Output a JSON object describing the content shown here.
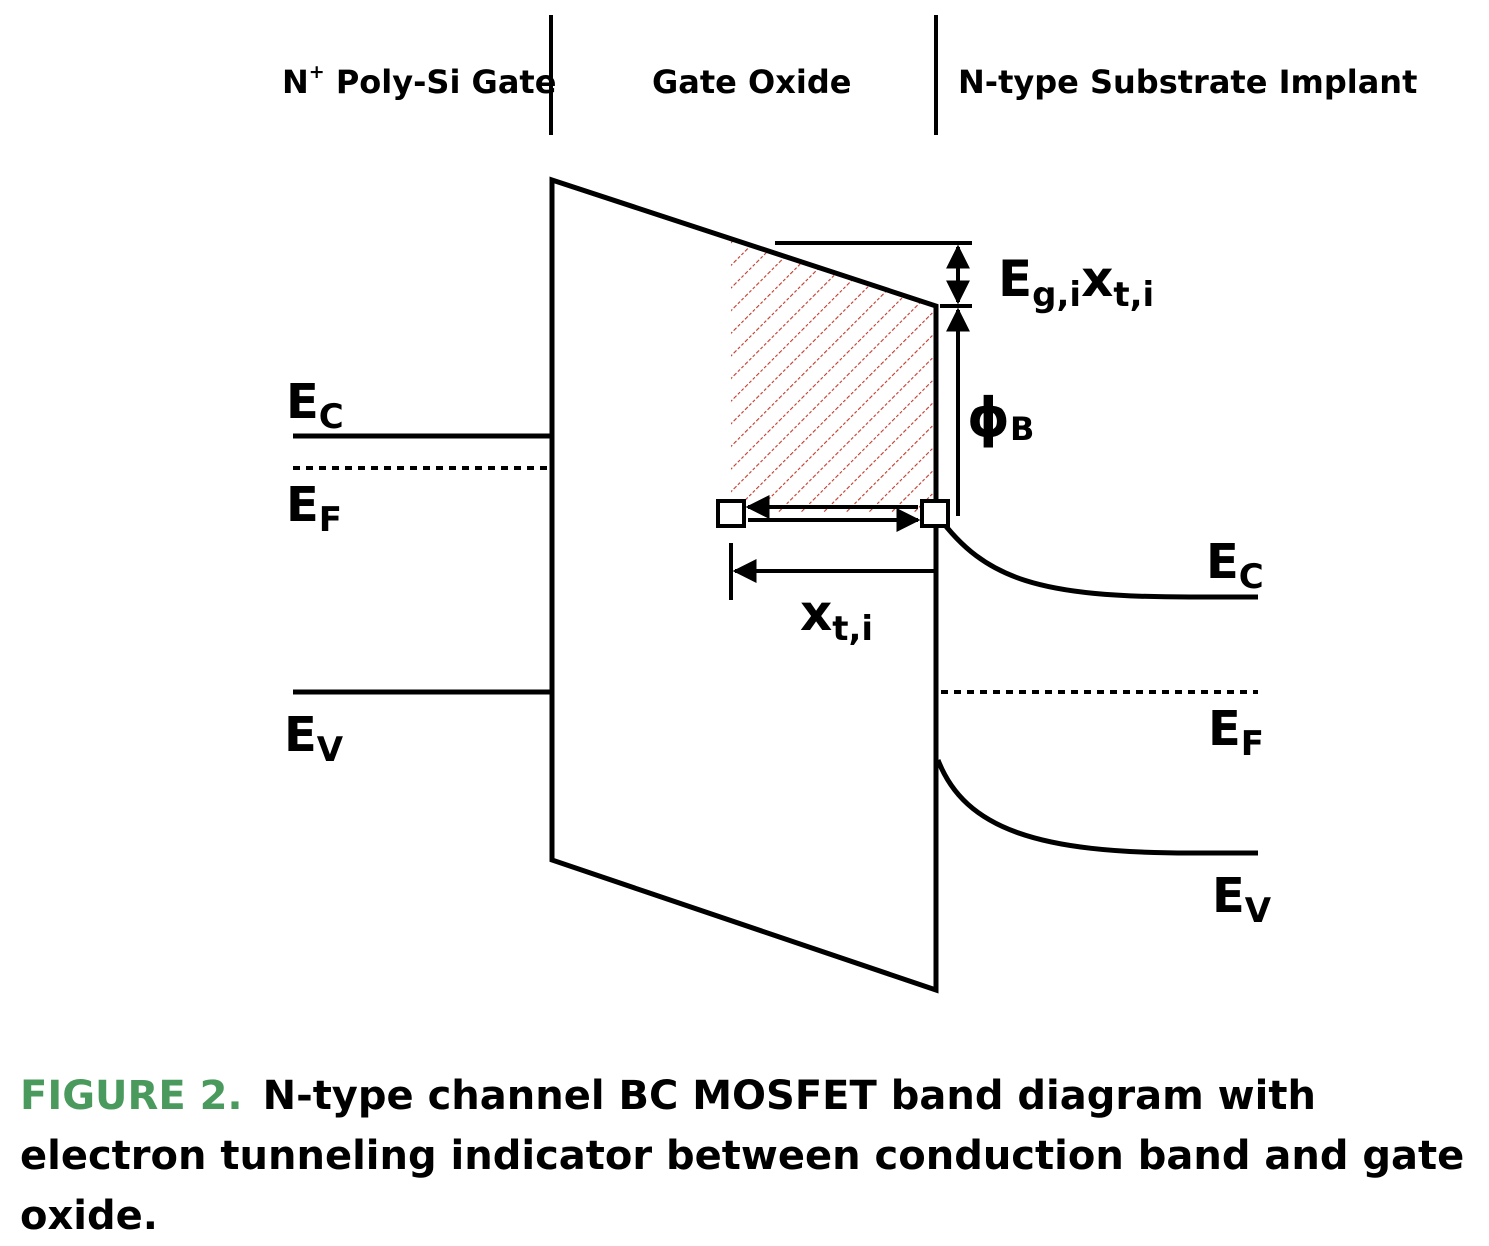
{
  "regions": {
    "gate": "N",
    "gate_sup": "+",
    "gate_rest": " Poly-Si Gate",
    "oxide": "Gate Oxide",
    "substrate": "N-type Substrate Implant"
  },
  "left_bands": {
    "ec": {
      "main": "E",
      "sub": "C"
    },
    "ef": {
      "main": "E",
      "sub": "F"
    },
    "ev": {
      "main": "E",
      "sub": "V"
    }
  },
  "right_bands": {
    "ec": {
      "main": "E",
      "sub": "C"
    },
    "ef": {
      "main": "E",
      "sub": "F"
    },
    "ev": {
      "main": "E",
      "sub": "V"
    }
  },
  "labels": {
    "eg_main1": "E",
    "eg_sub1": "g,i",
    "eg_main2": "x",
    "eg_sub2": "t,i",
    "phi_main": "ϕ",
    "phi_sub": "B",
    "xt_main": "x",
    "xt_sub": "t,i"
  },
  "colors": {
    "line": "#000000",
    "hatch": "#c0392b",
    "figure_label": "#4a9a5e"
  },
  "caption": {
    "figure_label": "FIGURE 2.",
    "text": "N-type channel BC MOSFET band diagram with electron tunneling indicator between conduction band and gate oxide."
  }
}
